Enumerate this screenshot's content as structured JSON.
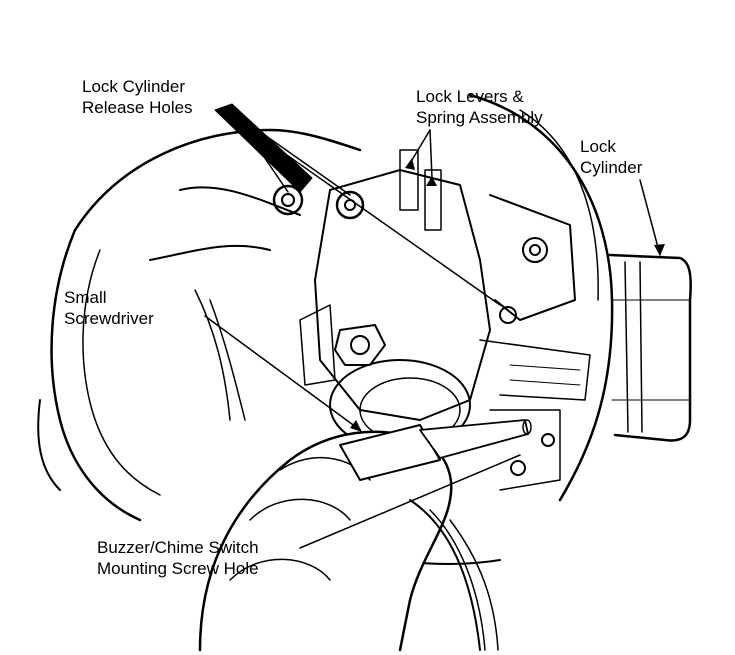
{
  "labels": {
    "lock_cylinder_release_holes": {
      "line1": "Lock Cylinder",
      "line2": "Release Holes"
    },
    "lock_levers_spring_assembly": {
      "line1": "Lock Levers &",
      "line2": "Spring Assembly"
    },
    "lock_cylinder": {
      "line1": "Lock",
      "line2": "Cylinder"
    },
    "small_screwdriver": {
      "line1": "Small",
      "line2": "Screwdriver"
    },
    "buzzer_chime_switch": {
      "line1": "Buzzer/Chime Switch",
      "line2": "Mounting Screw Hole"
    }
  },
  "colors": {
    "ink": "#000000",
    "paper": "#ffffff"
  }
}
